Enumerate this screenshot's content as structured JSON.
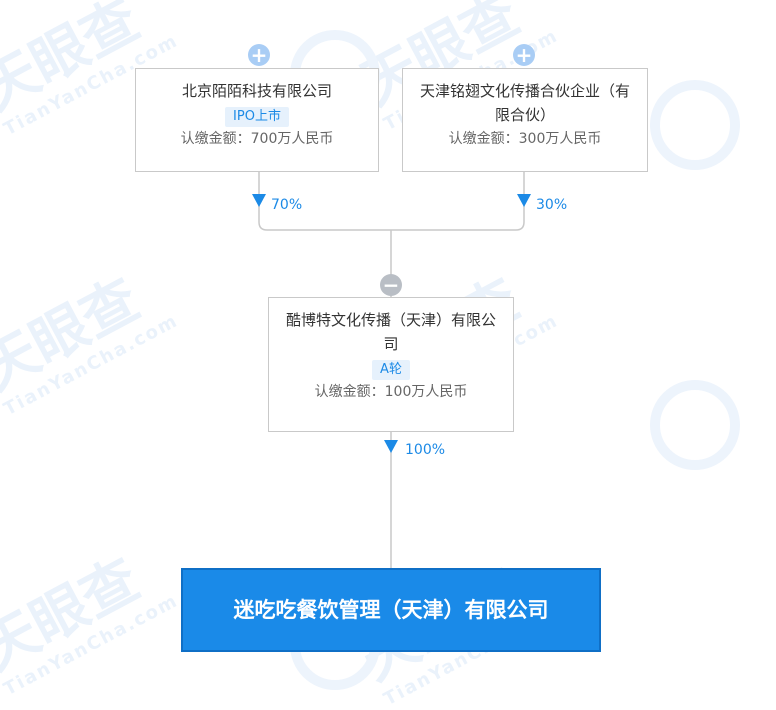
{
  "shareholders": [
    {
      "name": "北京陌陌科技有限公司",
      "badge": "IPO上市",
      "amount": "认缴金额：700万人民币",
      "percent": "70%",
      "toggle": "+"
    },
    {
      "name": "天津铭翅文化传播合伙企业（有限合伙）",
      "badge": "",
      "amount": "认缴金额：300万人民币",
      "percent": "30%",
      "toggle": "+"
    }
  ],
  "middle": {
    "name": "酷博特文化传播（天津）有限公司",
    "badge": "A轮",
    "amount": "认缴金额：100万人民币",
    "percent": "100%",
    "toggle": "−"
  },
  "target": {
    "name": "迷吃吃餐饮管理（天津）有限公司"
  },
  "watermark": {
    "text": "天眼查",
    "sub": "TianYanCha.com"
  },
  "colors": {
    "accent": "#1a8ae8",
    "badge_bg": "#e6f1fc",
    "line": "#c9c9c9"
  }
}
